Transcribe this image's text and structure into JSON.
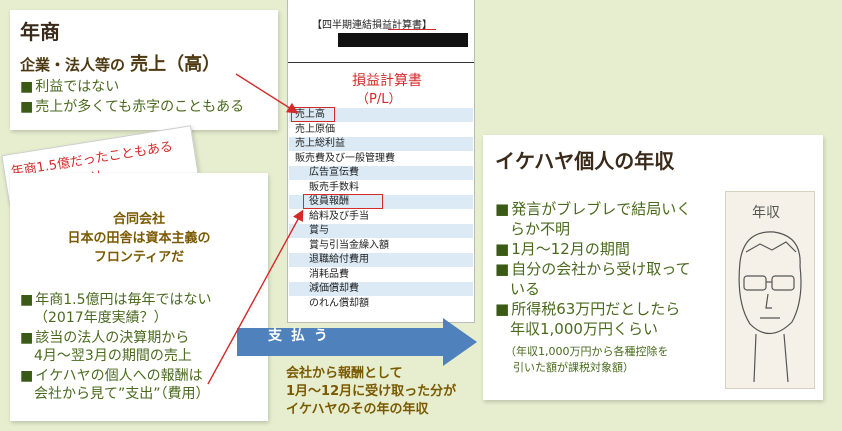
{
  "nensho_card": {
    "title": "年商",
    "subtitle_prefix": "企業・法人等の",
    "subtitle_emph": "売上（高）",
    "bullets": [
      "利益ではない",
      "売上が多くても赤字のこともある"
    ]
  },
  "document": {
    "header_top": "【四半期連結損益計算書】",
    "title": "損益計算書",
    "title_sub": "（P/L）",
    "rows": [
      {
        "label": "売上高",
        "style": "blue",
        "indent": false,
        "boxed": true
      },
      {
        "label": "売上原価",
        "style": "white",
        "indent": false,
        "boxed": false
      },
      {
        "label": "売上総利益",
        "style": "blue",
        "indent": false,
        "boxed": false
      },
      {
        "label": "販売費及び一般管理費",
        "style": "white",
        "indent": false,
        "boxed": false
      },
      {
        "label": "広告宣伝費",
        "style": "blue",
        "indent": true,
        "boxed": false
      },
      {
        "label": "販売手数料",
        "style": "white",
        "indent": true,
        "boxed": false
      },
      {
        "label": "役員報酬",
        "style": "blue",
        "indent": true,
        "boxed": true
      },
      {
        "label": "給料及び手当",
        "style": "white",
        "indent": true,
        "boxed": false
      },
      {
        "label": "賞与",
        "style": "blue",
        "indent": true,
        "boxed": false
      },
      {
        "label": "賞与引当金繰入額",
        "style": "white",
        "indent": true,
        "boxed": false
      },
      {
        "label": "退職給付費用",
        "style": "blue",
        "indent": true,
        "boxed": false
      },
      {
        "label": "消耗品費",
        "style": "white",
        "indent": true,
        "boxed": false
      },
      {
        "label": "減価償却費",
        "style": "blue",
        "indent": true,
        "boxed": false
      },
      {
        "label": "のれん償却額",
        "style": "white",
        "indent": true,
        "boxed": false
      }
    ]
  },
  "red_note": {
    "line1": "年商1.5億だったこともある",
    "line2": "イケハヤの会社"
  },
  "company_card": {
    "title_lines": [
      "合同会社",
      "日本の田舎は資本主義の",
      "フロンティアだ"
    ],
    "bullets": [
      {
        "text": "年商1.5億円は毎年ではない",
        "cont": "（2017年度実績？）"
      },
      {
        "text": "該当の法人の決算期から",
        "cont": "4月～翌3月の期間の売上"
      },
      {
        "text": "イケハヤの個人への報酬は",
        "cont": "会社から見て”支出”（費用）"
      }
    ]
  },
  "arrow": {
    "label": "支 払 う"
  },
  "arrow_caption": {
    "lines": [
      "会社から報酬として",
      "1月～12月に受け取った分が",
      "イケハヤのその年の年収"
    ]
  },
  "income_card": {
    "title": "イケハヤ個人の年収",
    "bullets": [
      {
        "text": "発言がブレブレで結局いく",
        "cont": "らか不明"
      },
      {
        "text": "1月～12月の期間",
        "cont": ""
      },
      {
        "text": "自分の会社から受け取って",
        "cont": "いる"
      },
      {
        "text": "所得税63万円だとしたら",
        "cont": "年収1,000万円くらい"
      }
    ],
    "note_lines": [
      "（年収1,000万円から各種控除を",
      "引いた額が課税対象額）"
    ],
    "sketch_label": "年収"
  },
  "colors": {
    "background": "#e6eecf",
    "green_text": "#4a6a1e",
    "red": "#d42a2a",
    "arrow_blue": "#4f81bd"
  }
}
